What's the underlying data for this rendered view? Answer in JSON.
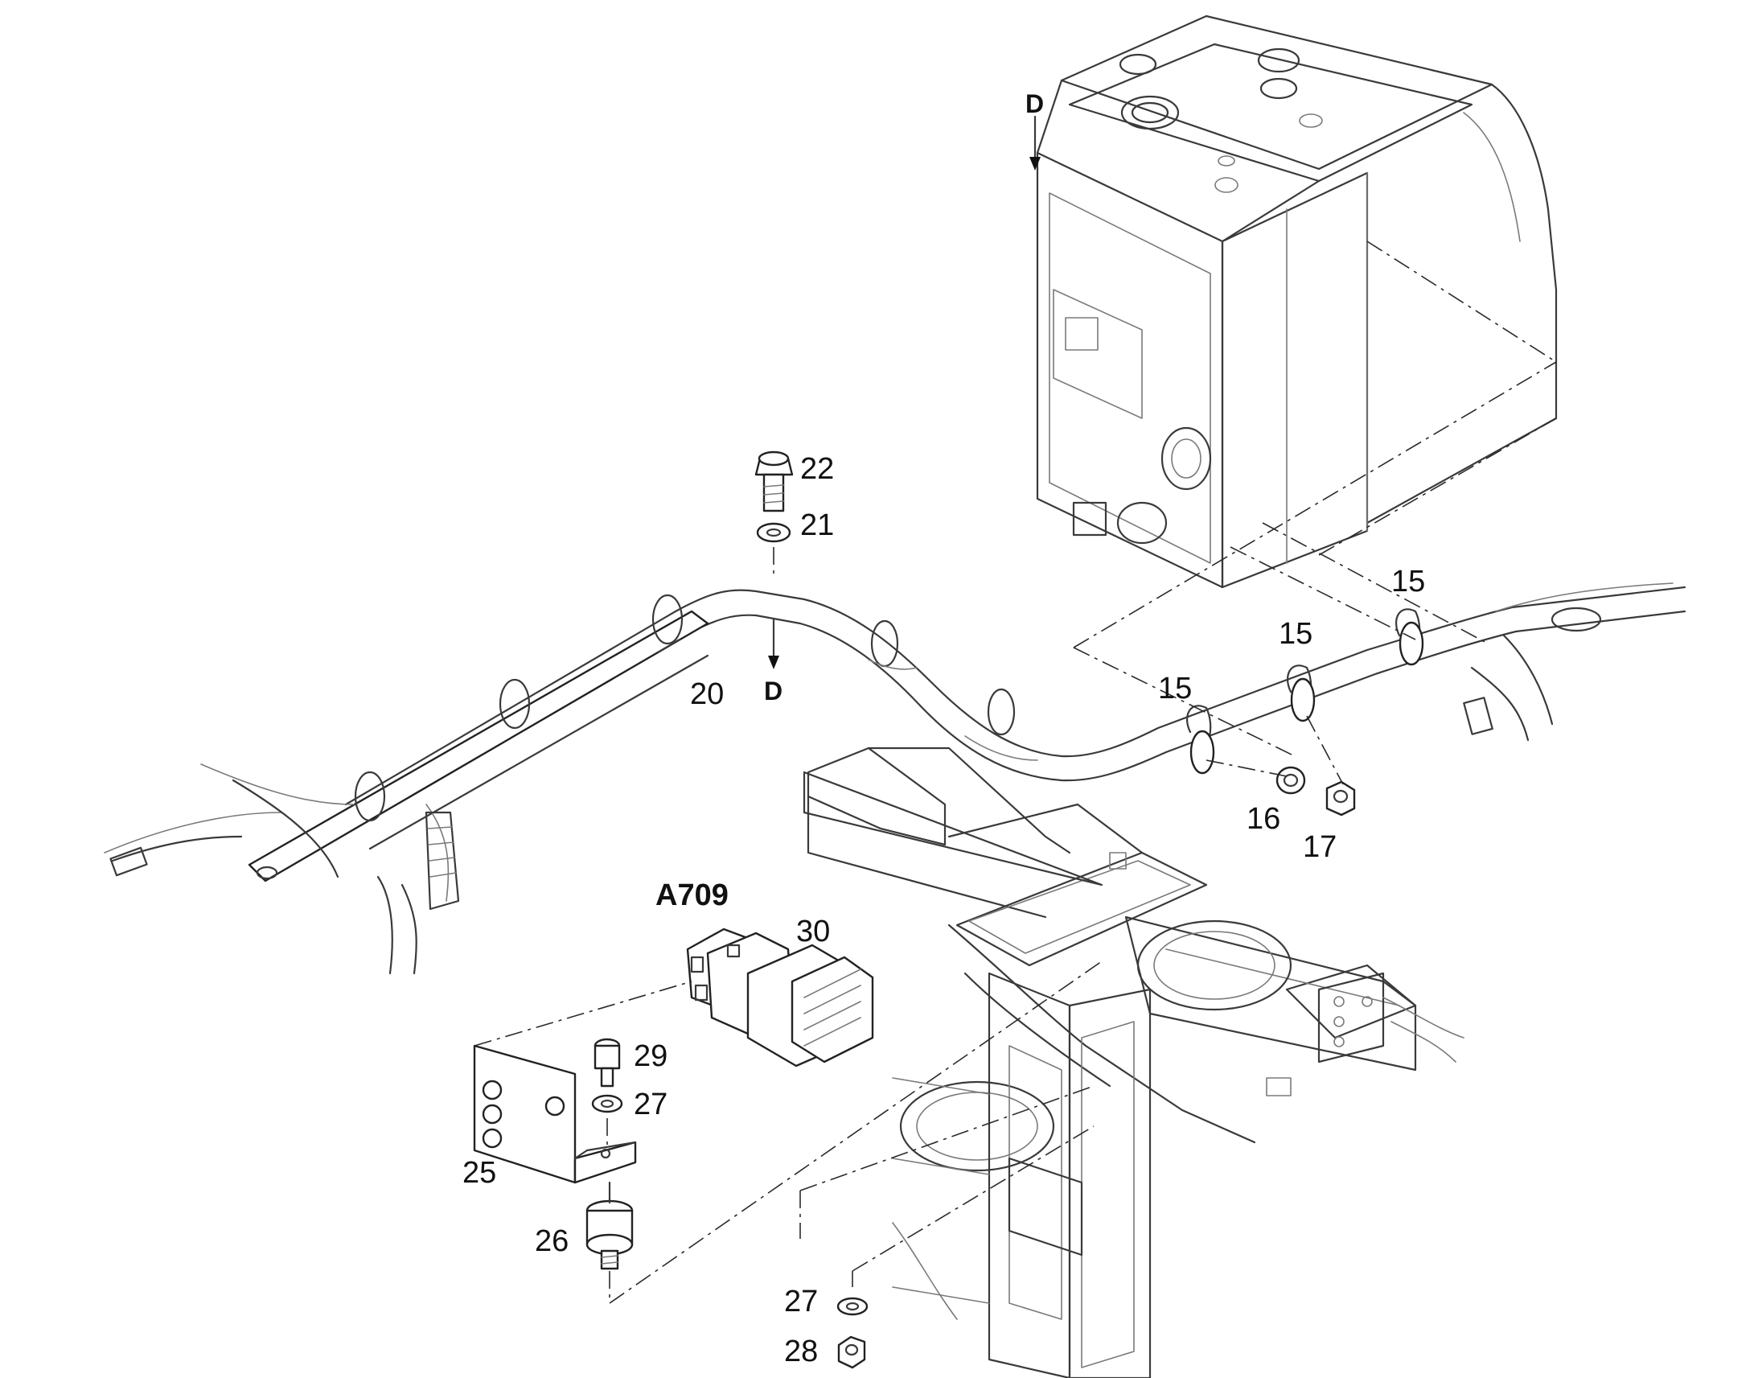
{
  "callouts": {
    "p15a": "15",
    "p15b": "15",
    "p15c": "15",
    "p16": "16",
    "p17": "17",
    "p20": "20",
    "p21": "21",
    "p22": "22",
    "p25": "25",
    "p26": "26",
    "p27a": "27",
    "p27b": "27",
    "p28": "28",
    "p29": "29",
    "p30": "30"
  },
  "assembly_label": "A709",
  "view_markers": {
    "top": "D",
    "bottom": "D"
  }
}
